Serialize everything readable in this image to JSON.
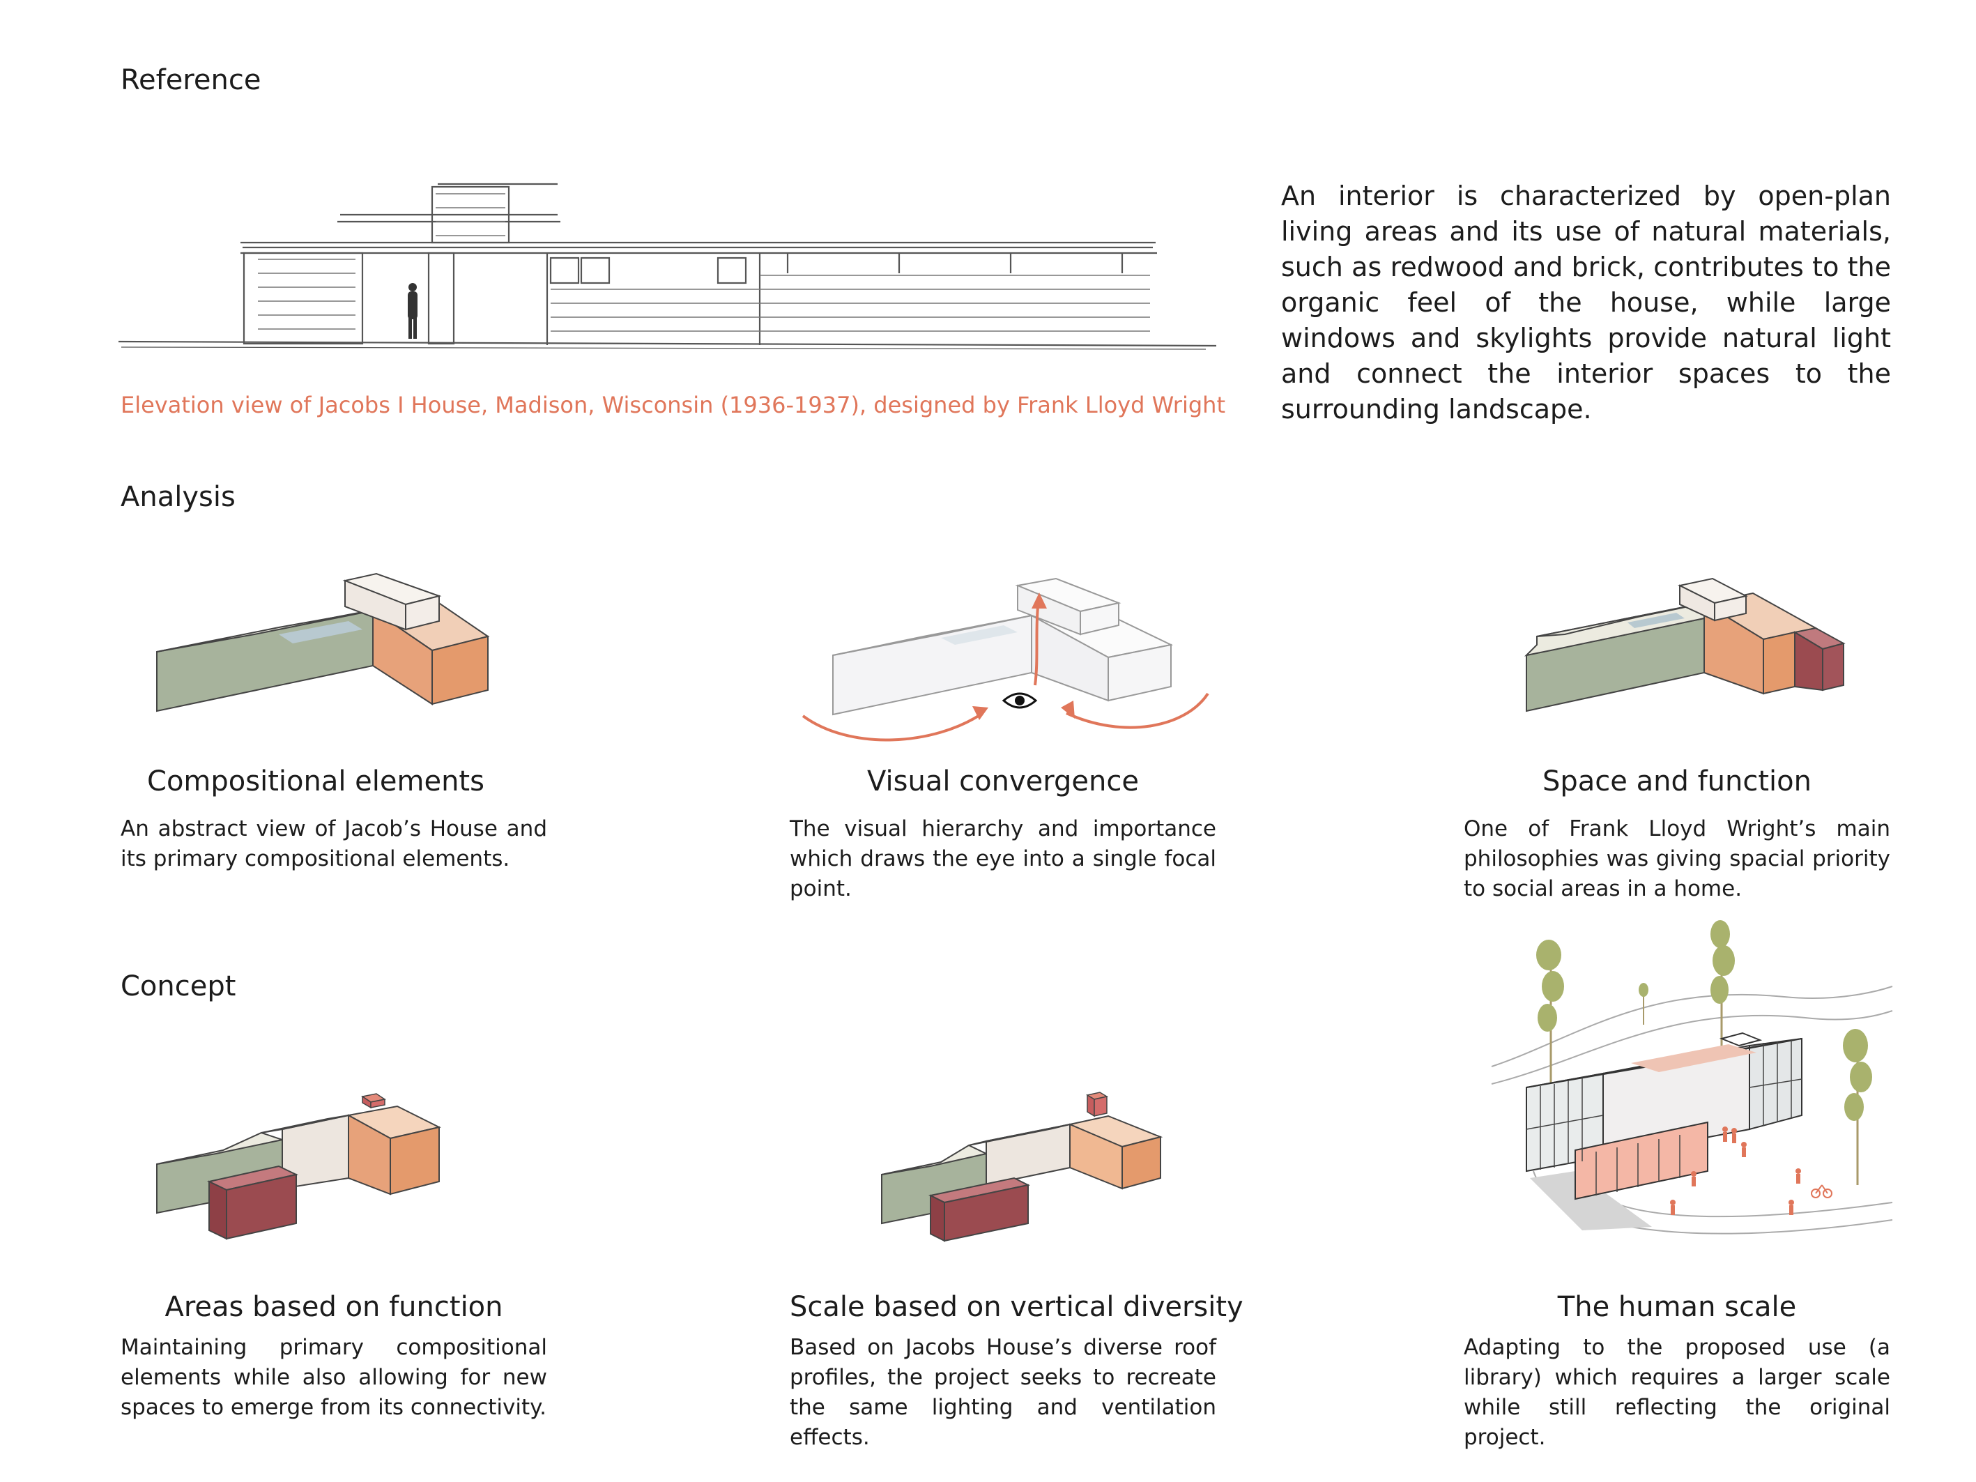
{
  "sections": {
    "reference": "Reference",
    "analysis": "Analysis",
    "concept": "Concept"
  },
  "reference": {
    "caption": "Elevation view of Jacobs I House, Madison, Wisconsin (1936-1937), designed by Frank Lloyd Wright",
    "intro": "An interior is characterized by open-plan living areas and its use of natural materials, such as redwood and brick, contributes to the organic feel of the house, while large windows and skylights provide natural light and connect the interior spaces to the surrounding landscape."
  },
  "analysis": [
    {
      "title": "Compositional elements",
      "desc": "An abstract view of Jacob’s House and its primary compositional elements."
    },
    {
      "title": "Visual convergence",
      "desc": "The visual hierarchy and importance which draws the eye into a single focal point."
    },
    {
      "title": "Space and function",
      "desc": "One of Frank Lloyd Wright’s main philosophies was giving spacial priority to social areas in a home."
    }
  ],
  "concept": [
    {
      "title": "Areas based on function",
      "desc": "Maintaining primary compositional elements while also allowing for new spaces to emerge from its connectivity."
    },
    {
      "title": "Scale based on vertical diversity",
      "desc": "Based on Jacobs House’s diverse roof profiles, the project seeks to recreate the same lighting and ventilation effects."
    },
    {
      "title": "The human scale",
      "desc": "Adapting to the proposed use (a library) which requires a larger scale while still reflecting the original project."
    }
  ],
  "colors": {
    "accent": "#e0765a",
    "sage": "#a7b39c",
    "cream": "#ecebe0",
    "orange": "#e49a6c",
    "maroon": "#9b4b50",
    "sky": "#b8c9d0"
  }
}
